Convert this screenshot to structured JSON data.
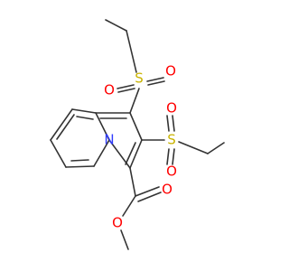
{
  "colors": {
    "bond": "#333333",
    "sulfur": "#c9b300",
    "oxygen": "#ff0000",
    "nitrogen": "#2f3bff"
  },
  "atoms": {
    "s1": "S",
    "s2": "S",
    "o_s1_left": "O",
    "o_s1_right": "O",
    "o_s2_top": "O",
    "o_s2_bottom": "O",
    "n1": "N",
    "o_carbonyl": "O",
    "o_ester": "O"
  }
}
